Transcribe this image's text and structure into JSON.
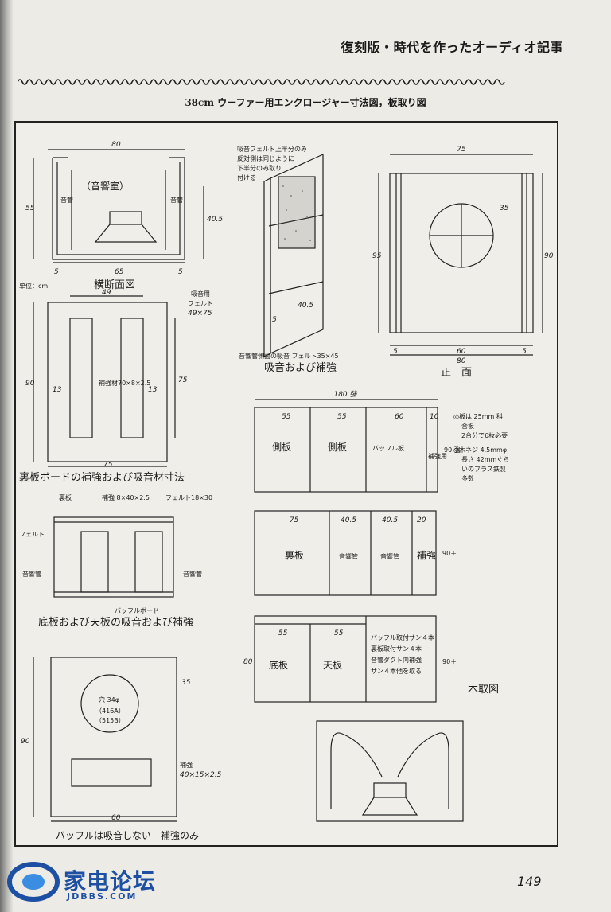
{
  "header": {
    "series_title": "復刻版・時代を作ったオーディオ記事"
  },
  "caption": "38cm ウーファー用エンクロージャー寸法図，板取り図",
  "fig1": {
    "title": "横断面図",
    "unit": "単位：cm",
    "room": "（音響室）",
    "duct_l": "音管",
    "duct_r": "音管",
    "d_top": "80",
    "d_h1": "55",
    "d_h2": "40.5",
    "d_b1": "5",
    "d_b2": "65",
    "d_b3": "5"
  },
  "fig2": {
    "note_lines": [
      "吸音フェルト上半分のみ",
      "反対側は同じように",
      "下半分のみ取り",
      "付ける"
    ],
    "d1": "40.5",
    "d2": "5",
    "sub": "音響管側面の吸音 フェルト35×45",
    "title": "吸音および補強"
  },
  "fig3": {
    "title": "正　面",
    "d_top": "75",
    "d_35": "35",
    "d_95": "95",
    "d_90": "90",
    "d_b1": "5",
    "d_b2": "60",
    "d_b3": "5",
    "d_b4": "80"
  },
  "fig4": {
    "title": "裏板ボードの補強および吸音材寸法",
    "d_49": "49",
    "felt": "吸音用",
    "felt2": "フェルト",
    "felt3": "49×75",
    "d_90": "90",
    "d_75": "75",
    "d_13a": "13",
    "d_13b": "13",
    "d_75b": "75",
    "rib": "補強材70×8×2.5"
  },
  "fig5": {
    "title": "底板および天板の吸音および補強",
    "ura": "裏板",
    "hokyo": "補強 8×40×2.5",
    "felt": "フェルト18×30",
    "felt_l": "フェルト",
    "duct_l": "音響管",
    "duct_r": "音響管",
    "baffle": "バッフルボード"
  },
  "fig6": {
    "hole": "穴 34φ",
    "m1": "（416A）",
    "m2": "（515B）",
    "d_35": "35",
    "d_90": "90",
    "d_60": "60",
    "rib": "補強",
    "rib2": "40×15×2.5",
    "title": "バッフルは吸音しない　補強のみ"
  },
  "cut1": {
    "d_total": "180 強",
    "c1": "55",
    "c2": "55",
    "c3": "60",
    "c4": "10",
    "h": "90 強",
    "p1": "側板",
    "p2": "側板",
    "p3": "バッフル板",
    "p4": "補強用"
  },
  "cut1_note": [
    "◎板は 25mm 科",
    "合板",
    "2台分で6枚必要",
    "◎木ネジ 4.5mmφ",
    "長さ 42mmぐら",
    "いのブラス鉄製",
    "多数"
  ],
  "cut2": {
    "c1": "75",
    "c2": "40.5",
    "c3": "40.5",
    "c4": "20",
    "h": "90＋",
    "p1": "裏板",
    "p2": "音響管",
    "p3": "音響管",
    "p4": "補強"
  },
  "cut3": {
    "c1": "55",
    "c2": "55",
    "h": "80",
    "h2": "90＋",
    "p1": "底板",
    "p2": "天板",
    "note": [
      "バッフル取付サン４本",
      "裏板取付サン４本",
      "音管ダクト内補強",
      "サン４本他を取る"
    ]
  },
  "cut_title": "木取図",
  "page_number": "149",
  "logo": {
    "main": "家电论坛",
    "sub": "JDBBS.COM"
  }
}
